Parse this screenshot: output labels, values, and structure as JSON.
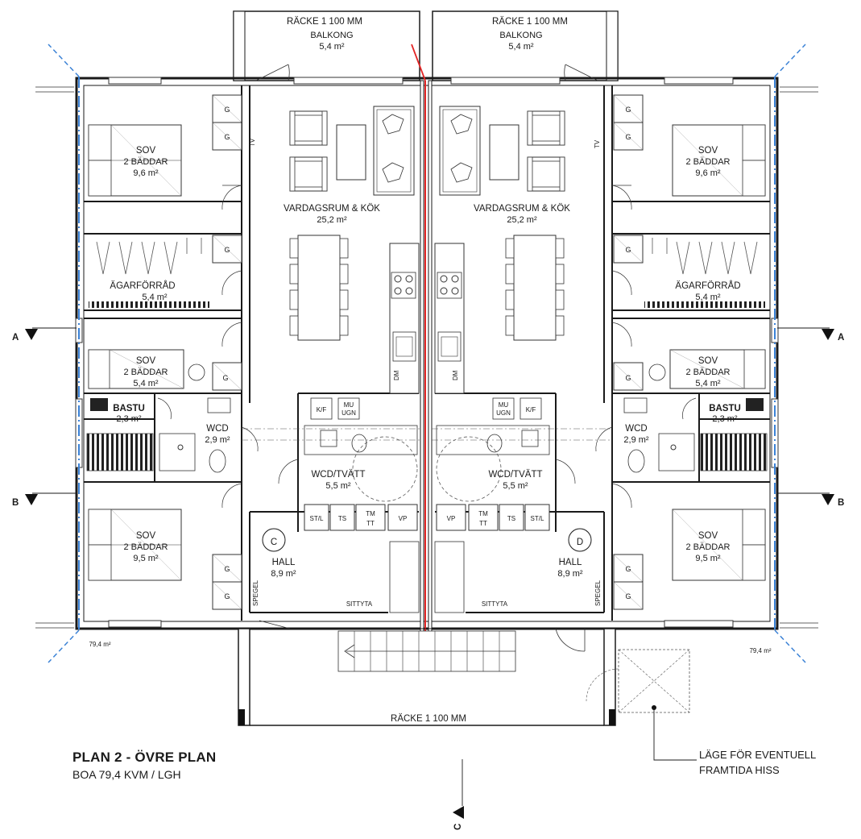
{
  "plan": {
    "title": "PLAN 2 - ÖVRE PLAN",
    "subtitle": "BOA 79,4 KVM / LGH",
    "note_line1": "LÄGE FÖR EVENTUELL",
    "note_line2": "FRAMTIDA HISS"
  },
  "balconies": [
    {
      "railing": "RÄCKE 1 100 MM",
      "name": "BALKONG",
      "area": "5,4 m²"
    },
    {
      "railing": "RÄCKE 1 100 MM",
      "name": "BALKONG",
      "area": "5,4 m²"
    }
  ],
  "bottom_railing": "RÄCKE 1 100 MM",
  "units": [
    {
      "living": {
        "name": "VARDAGSRUM & KÖK",
        "area": "25,2 m²"
      },
      "bed1": {
        "name": "SOV",
        "beds": "2 BÄDDAR",
        "area": "9,6 m²"
      },
      "storage": {
        "name": "ÄGARFÖRRÅD",
        "area": "5,4 m²"
      },
      "bed2": {
        "name": "SOV",
        "beds": "2 BÄDDAR",
        "area": "5,4 m²"
      },
      "sauna": {
        "name": "BASTU",
        "area": "2,3 m²"
      },
      "wcd": {
        "name": "WCD",
        "area": "2,9 m²"
      },
      "wash": {
        "name": "WCD/TVÄTT",
        "area": "5,5 m²"
      },
      "bed3": {
        "name": "SOV",
        "beds": "2 BÄDDAR",
        "area": "9,5 m²"
      },
      "hall": {
        "name": "HALL",
        "area": "8,9 m²",
        "letter": "C"
      },
      "boa": "79,4 m²"
    },
    {
      "living": {
        "name": "VARDAGSRUM & KÖK",
        "area": "25,2 m²"
      },
      "bed1": {
        "name": "SOV",
        "beds": "2 BÄDDAR",
        "area": "9,6 m²"
      },
      "storage": {
        "name": "ÄGARFÖRRÅD",
        "area": "5,4 m²"
      },
      "bed2": {
        "name": "SOV",
        "beds": "2 BÄDDAR",
        "area": "5,4 m²"
      },
      "sauna": {
        "name": "BASTU",
        "area": "2,3 m²"
      },
      "wcd": {
        "name": "WCD",
        "area": "2,9 m²"
      },
      "wash": {
        "name": "WCD/TVÄTT",
        "area": "5,5 m²"
      },
      "bed3": {
        "name": "SOV",
        "beds": "2 BÄDDAR",
        "area": "9,5 m²"
      },
      "hall": {
        "name": "HALL",
        "area": "8,9 m²",
        "letter": "D"
      },
      "boa": "79,4 m²"
    }
  ],
  "appliances": {
    "g": "G",
    "tv": "TV",
    "kf": "K/F",
    "mu": "MU",
    "ugn": "UGN",
    "stl": "ST/L",
    "ts": "TS",
    "tm": "TM",
    "tt": "TT",
    "vp": "VP",
    "spegel": "SPEGEL",
    "sittyta": "SITTYTA",
    "dm": "DM"
  },
  "sections": {
    "a": "A",
    "b": "B",
    "c": "C"
  },
  "colors": {
    "wall": "#1a1a1a",
    "party_wall": "#e32626",
    "section_line": "#3b82d6"
  }
}
